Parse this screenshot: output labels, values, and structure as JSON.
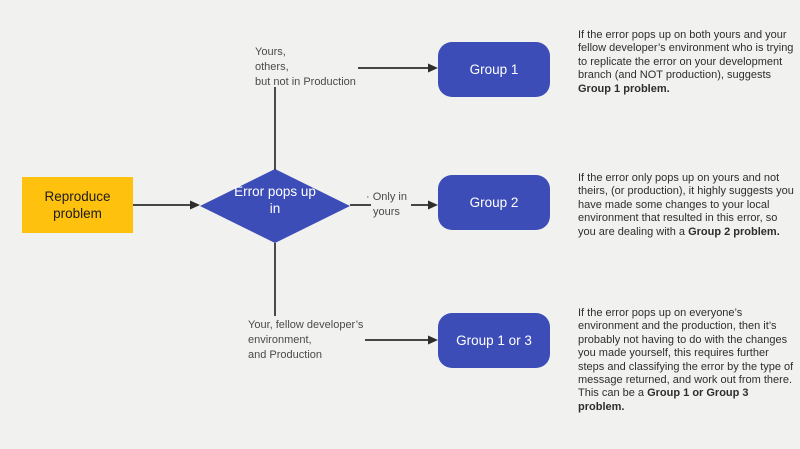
{
  "colors": {
    "background": "#f1f1f0",
    "node_blue": "#3d4db7",
    "node_yellow": "#fdc10e",
    "connector_line": "#2d2d2d",
    "condition_text": "#4a4a4a",
    "annotation_text": "#2e2e2e"
  },
  "flowchart": {
    "start_node": {
      "label": "Reproduce problem"
    },
    "decision_node": {
      "label": "Error pops up in"
    },
    "branches": {
      "top": {
        "condition_lines": [
          "Yours,",
          "others,",
          "but not in Production"
        ],
        "result_label": "Group 1"
      },
      "middle": {
        "condition_lines": [
          "· Only in",
          "yours"
        ],
        "result_label": "Group 2"
      },
      "bottom": {
        "condition_lines": [
          "Your, fellow developer’s",
          "environment,",
          "and Production"
        ],
        "result_label": "Group 1 or 3"
      }
    }
  },
  "annotations": [
    {
      "text": "If the error pops up on both yours and your fellow developer’s environment who is trying to replicate the error on your development branch (and NOT production), suggests ",
      "bold": "Group 1 problem."
    },
    {
      "text": "If the error only pops up on yours and not theirs, (or production), it highly suggests you have made some changes to your local environment that resulted in this error, so you are dealing with a ",
      "bold": "Group 2 problem."
    },
    {
      "text": "If the error pops up on everyone’s environment and the production, then it’s probably not having to do with the changes you made yourself, this requires further steps and classifying the error by the type of message returned, and work out from there. This can be a ",
      "bold": "Group 1 or Group 3 problem."
    }
  ]
}
